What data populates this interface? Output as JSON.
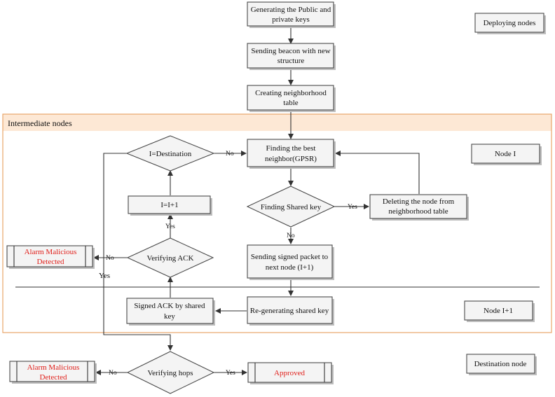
{
  "diagram": {
    "intermediate_band_title": "Intermediate nodes",
    "labels": {
      "deploying": "Deploying nodes",
      "node_i": "Node I",
      "node_i1": "Node I+1",
      "destination": "Destination node"
    },
    "steps": {
      "gen_keys": [
        "Generating the Public and",
        "private keys"
      ],
      "beacon": [
        "Sending beacon with new",
        "structure"
      ],
      "table": [
        "Creating neighborhood",
        "table"
      ],
      "best_neighbor": [
        "Finding the best",
        "neighbor(GPSR)"
      ],
      "i_dest": [
        "I=Destination"
      ],
      "i_inc": [
        "I=I+1"
      ],
      "shared_key": [
        "Finding Shared key"
      ],
      "delete_node": [
        "Deleting the node from",
        "neighborhood table"
      ],
      "verify_ack": [
        "Verifying ACK"
      ],
      "alarm_1": [
        "Alarm Malicious",
        "Detected"
      ],
      "send_signed": [
        "Sending signed packet to",
        "next node (I+1)"
      ],
      "regen_key": [
        "Re-generating shared key"
      ],
      "signed_ack": [
        "Signed ACK by shared",
        "key"
      ],
      "verify_hops": [
        "Verifying hops"
      ],
      "alarm_2": [
        "Alarm Malicious",
        "Detected"
      ],
      "approved": [
        "Approved"
      ]
    },
    "edge_labels": {
      "dest_no": "No",
      "shared_yes": "Yes",
      "shared_no": "No",
      "ack_yes": "Yes",
      "ack_no": "No",
      "dest_yes": "Yes",
      "hops_no": "No",
      "hops_yes": "Yes"
    },
    "colors": {
      "band_fill": "#fde8d5",
      "band_border": "#e8a66b",
      "alarm_text": "#e0201b",
      "box_fill": "#f4f4f4",
      "line": "#333333"
    }
  }
}
